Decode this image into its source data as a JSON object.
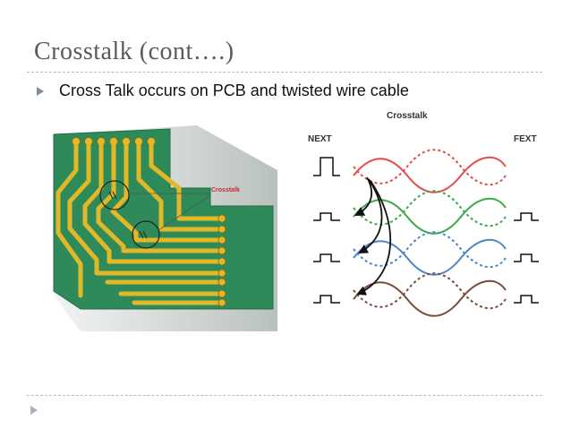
{
  "slide": {
    "title": "Crosstalk (cont….)",
    "bullets": [
      "Cross Talk occurs on PCB and twisted wire cable"
    ]
  },
  "pcb_figure": {
    "label": "Crosstalk"
  },
  "wire_figure": {
    "title": "Crosstalk",
    "left_label": "NEXT",
    "right_label": "FEXT"
  },
  "colors": {
    "title": "#5a5a5a",
    "bullet": "#7f8c9a",
    "board_green": "#2f8a5a",
    "trace_gold": "#e2b828",
    "wire_red": "#e34b4b",
    "wire_green": "#3aa84a",
    "wire_blue": "#4a86c8",
    "wire_brown": "#7a4a3a"
  }
}
